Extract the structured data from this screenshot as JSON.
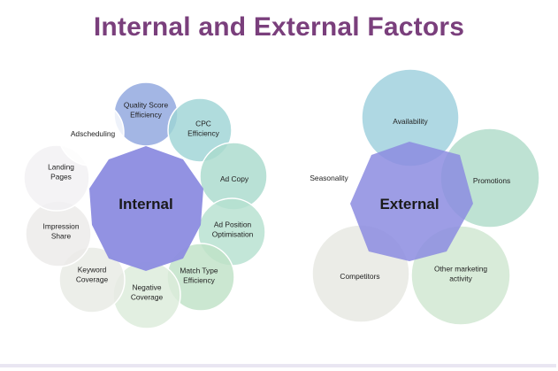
{
  "title": "Internal and External Factors",
  "internal": {
    "center_label": "Internal",
    "center_color": "#8c8ce0",
    "satellites": [
      {
        "lines": [
          "Quality Score",
          "Efficiency"
        ],
        "color": "#8fa6de"
      },
      {
        "lines": [
          "CPC",
          "Efficiency"
        ],
        "color": "#9fd4d6"
      },
      {
        "lines": [
          "Ad Copy"
        ],
        "color": "#a9dbcd"
      },
      {
        "lines": [
          "Ad Position",
          "Optimisation"
        ],
        "color": "#b6e0cf"
      },
      {
        "lines": [
          "Match Type",
          "Efficiency"
        ],
        "color": "#c0e2c7"
      },
      {
        "lines": [
          "Negative",
          "Coverage"
        ],
        "color": "#dcecda"
      },
      {
        "lines": [
          "Keyword",
          "Coverage"
        ],
        "color": "#e8eae4"
      },
      {
        "lines": [
          "Impression",
          "Share"
        ],
        "color": "#eceae9"
      },
      {
        "lines": [
          "Landing",
          "Pages"
        ],
        "color": "#f1f0f3"
      },
      {
        "lines": [
          "Adscheduling"
        ],
        "color": "#ffffff"
      }
    ]
  },
  "external": {
    "center_label": "External",
    "center_color": "#8c8ce0",
    "satellites": [
      {
        "lines": [
          "Availability"
        ],
        "color": "#9dcfdd"
      },
      {
        "lines": [
          "Promotions"
        ],
        "color": "#b0dcc9"
      },
      {
        "lines": [
          "Other marketing",
          "activity"
        ],
        "color": "#d0e6d1"
      },
      {
        "lines": [
          "Competitors"
        ],
        "color": "#e6e8e2"
      },
      {
        "lines": [
          "Seasonality"
        ],
        "color": "#ffffff"
      }
    ]
  }
}
